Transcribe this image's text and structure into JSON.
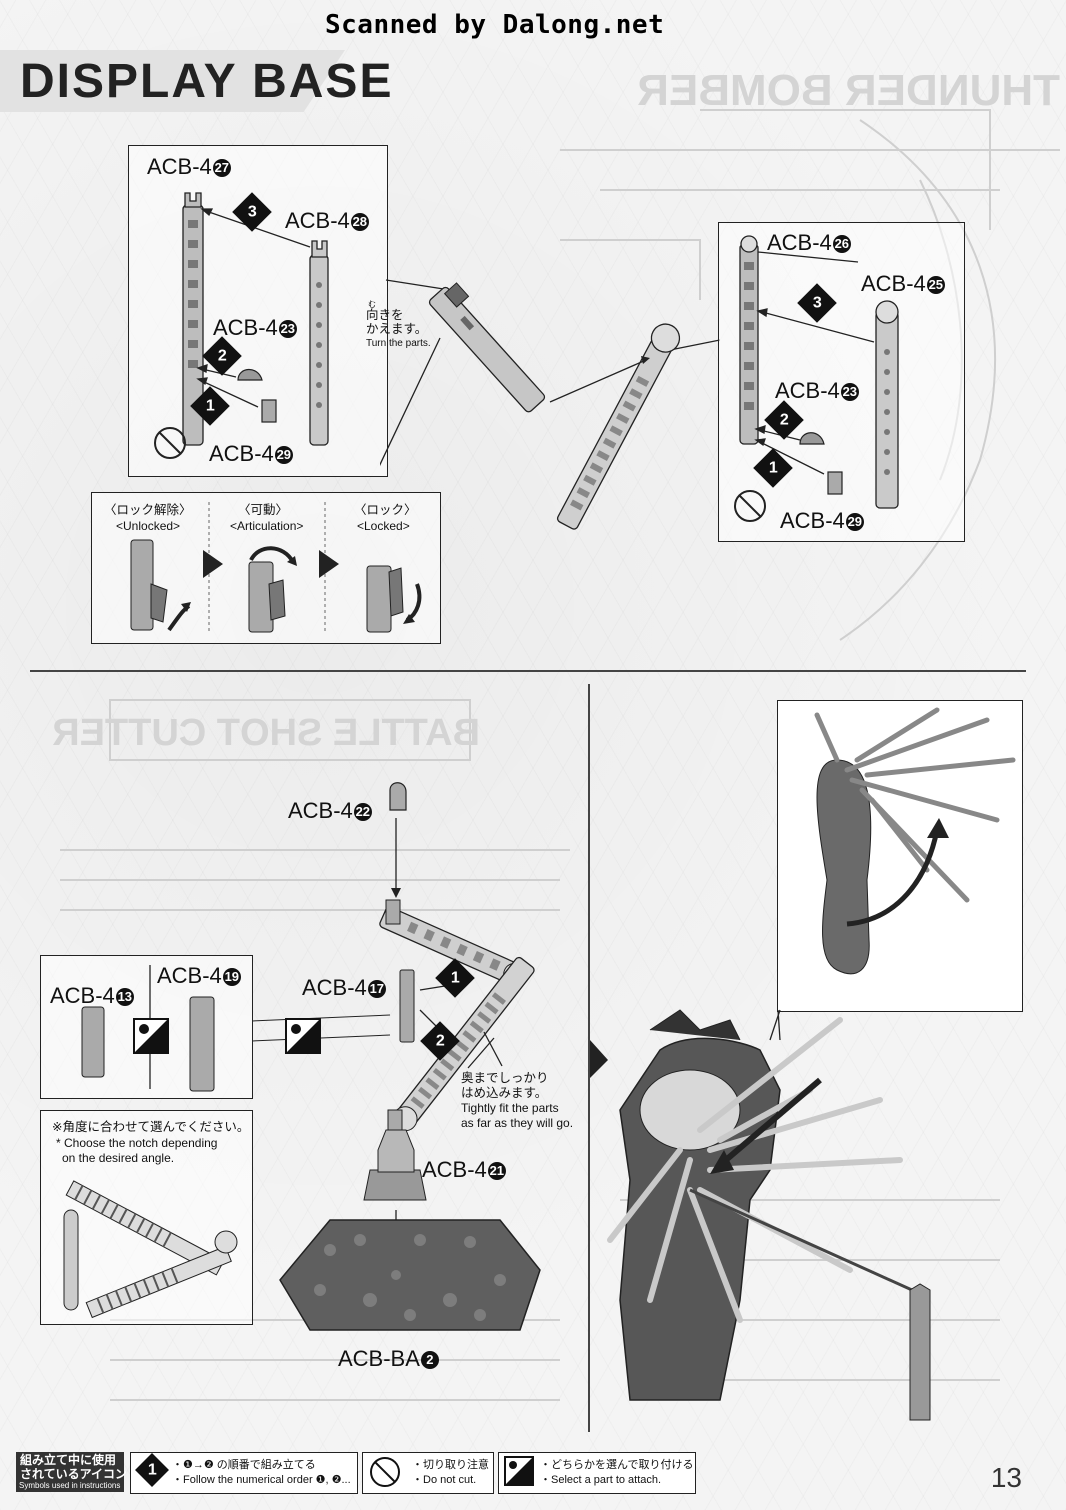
{
  "header": {
    "scanner_text": "Scanned by Dalong.net",
    "title": "DISPLAY BASE"
  },
  "top_left_box": {
    "labels": [
      "ACB-4",
      "ACB-4",
      "ACB-4",
      "ACB-4"
    ],
    "numbers": [
      "27",
      "28",
      "23",
      "29"
    ],
    "steps": [
      "3",
      "2",
      "1"
    ]
  },
  "turn_note": {
    "ruby": "む",
    "jp_line1": "向きを",
    "jp_line2": "かえます。",
    "en": "Turn the parts."
  },
  "top_right_box": {
    "labels": [
      "ACB-4",
      "ACB-4",
      "ACB-4",
      "ACB-4"
    ],
    "numbers": [
      "26",
      "25",
      "23",
      "29"
    ],
    "steps": [
      "3",
      "2",
      "1"
    ]
  },
  "lock_panel": {
    "states": [
      {
        "jp": "〈ロック解除〉",
        "en": "<Unlocked>"
      },
      {
        "jp": "〈可動〉",
        "en": "<Articulation>"
      },
      {
        "jp": "〈ロック〉",
        "en": "<Locked>"
      }
    ]
  },
  "lower_left": {
    "part_22": {
      "label": "ACB-4",
      "num": "22"
    },
    "part_17": {
      "label": "ACB-4",
      "num": "17"
    },
    "part_21": {
      "label": "ACB-4",
      "num": "21"
    },
    "base": {
      "label": "ACB-BA",
      "num": "2"
    },
    "steps": [
      "1",
      "2"
    ],
    "fit_note": {
      "jp_line1": "奥までしっかり",
      "jp_line2": "はめ込みます。",
      "en_line1": "Tightly fit the parts",
      "en_line2": "as far as they will go."
    }
  },
  "choice_box": {
    "left": {
      "label": "ACB-4",
      "num": "13"
    },
    "right": {
      "label": "ACB-4",
      "num": "19"
    }
  },
  "angle_box": {
    "jp": "※角度に合わせて選んでください。",
    "en_line1": "* Choose the notch depending",
    "en_line2": "on the desired angle."
  },
  "footer": {
    "legend_title_jp1": "組み立て中に使用",
    "legend_title_jp2": "されているアイコン",
    "legend_title_en": "Symbols used in instructions",
    "item1_icon": "1",
    "item1_jp": "・❶→❷ の順番で組み立てる",
    "item1_en": "・Follow the numerical order ❶, ❷...",
    "item2_jp": "・切り取り注意",
    "item2_en": "・Do not cut.",
    "item3_jp": "・どちらかを選んで取り付ける",
    "item3_en": "・Select a part to attach."
  },
  "page_number": "13",
  "colors": {
    "ink": "#1a1a1a",
    "part_gray": "#8a8a8a",
    "figure_dark": "#5a5a5a",
    "paper": "#f3f3f3"
  }
}
